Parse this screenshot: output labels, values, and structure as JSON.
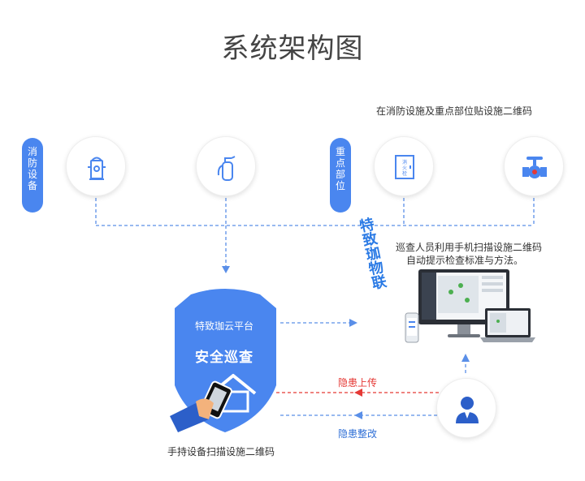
{
  "title": "系统架构图",
  "top_note": "在消防设施及重点部位贴设施二维码",
  "pill_fire": [
    "消",
    "防",
    "设",
    "备"
  ],
  "pill_key": [
    "重",
    "点",
    "部",
    "位"
  ],
  "brand_vertical": [
    "特",
    "致",
    "珈",
    "物",
    "联"
  ],
  "inspect_note_line1": "巡查人员利用手机扫描设施二维码",
  "inspect_note_line2": "自动提示检查标准与方法。",
  "platform_title": "特致珈云平台",
  "platform_main": "安全巡查",
  "hazard_upload": "隐患上传",
  "hazard_fix": "隐患整改",
  "handheld_note": "手持设备扫描设施二维码",
  "hydrant_label": [
    "消",
    "火",
    "栓"
  ],
  "colors": {
    "primary_blue": "#4a86ef",
    "dark_blue": "#2c5fc9",
    "arrow_red": "#e53935",
    "dash_blue": "#5a8fe8"
  },
  "icons": [
    "fire-hydrant-icon",
    "fire-extinguisher-icon",
    "hydrant-cabinet-icon",
    "valve-icon",
    "person-avatar-icon",
    "monitor-icon",
    "laptop-icon",
    "phone-icon",
    "house-icon",
    "hand-phone-icon"
  ]
}
